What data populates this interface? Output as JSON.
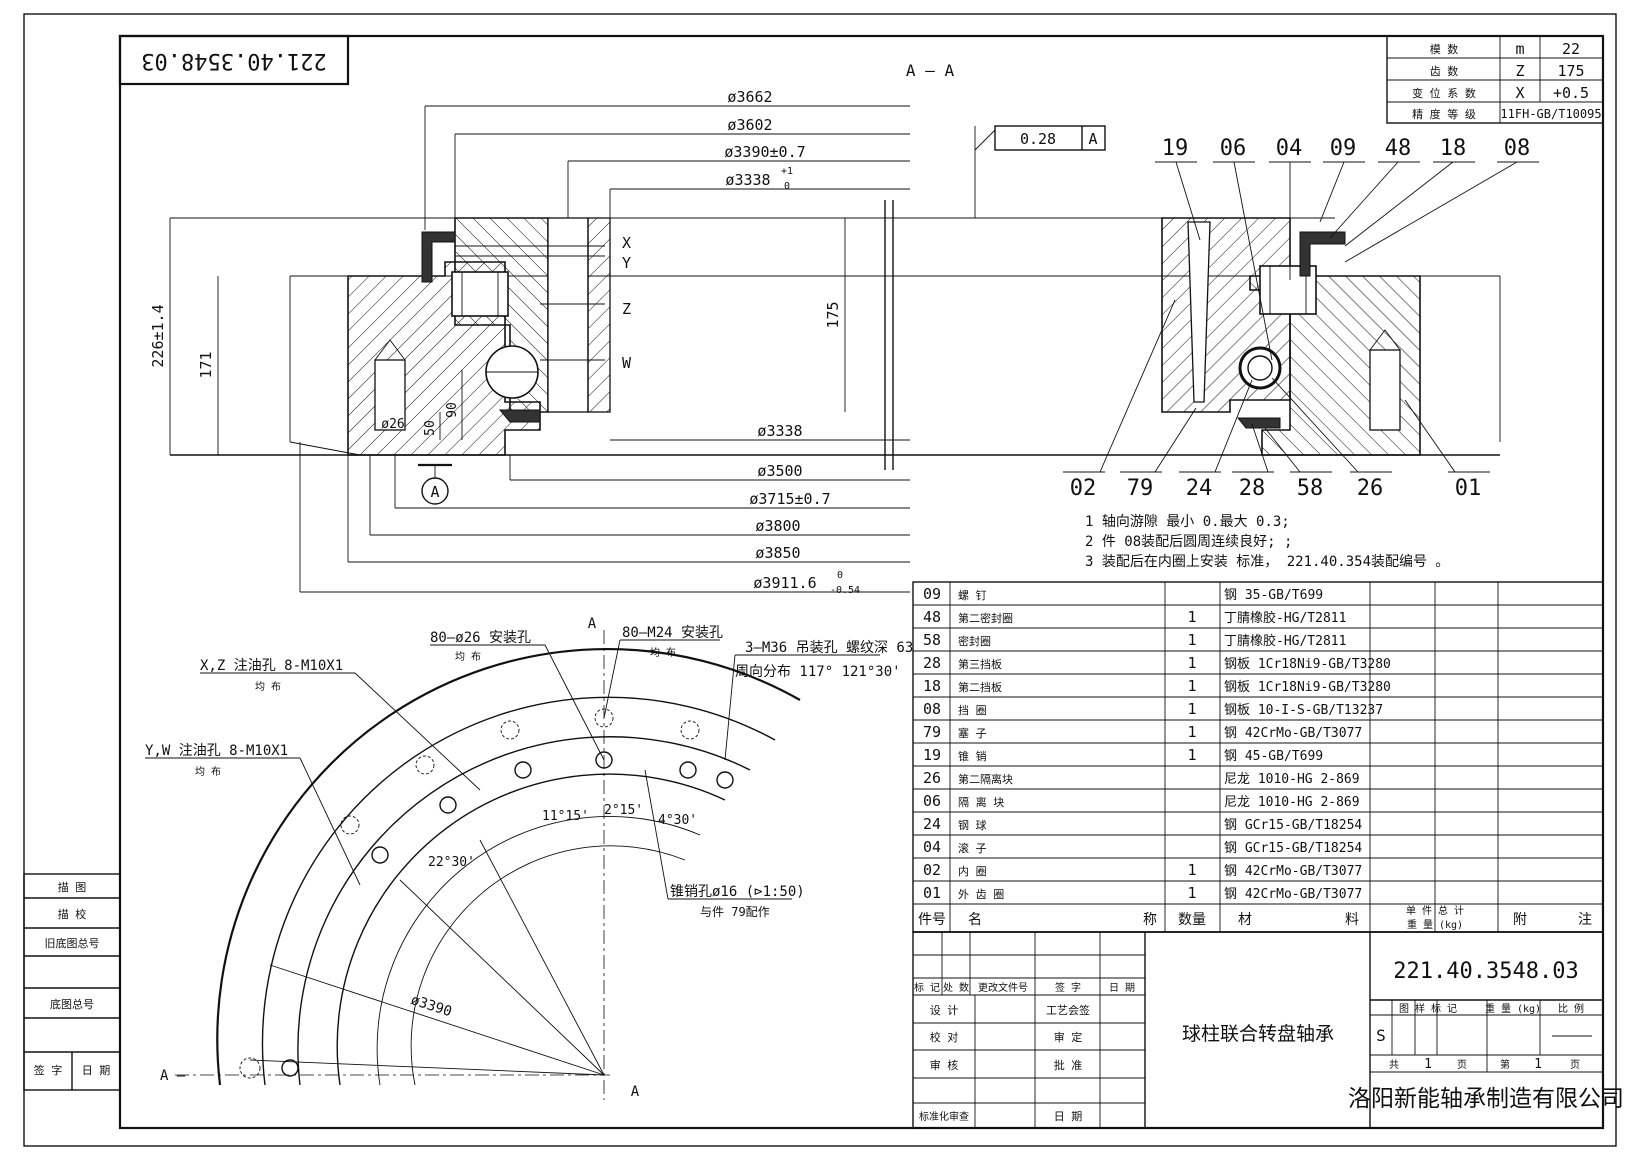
{
  "title_block": {
    "drawing_number_top": "221.40.3548.03",
    "drawing_number": "221.40.3548.03",
    "name": "球柱联合转盘轴承",
    "company": "洛阳新能轴承制造有限公司",
    "scale_mark": "S",
    "sheet_total": "1",
    "sheet_no": "1",
    "labels": {
      "biaoji": "标 记",
      "chushu": "处 数",
      "gengwenjian": "更改文件号",
      "qianzi": "签 字",
      "riqi": "日 期",
      "sheji": "设 计",
      "jiaodui": "校 对",
      "shenhe": "审 核",
      "biaozhun": "标准化审查",
      "gongyi": "工艺会签",
      "shending": "审 定",
      "pizhun": "批 准",
      "riqi2": "日 期",
      "tuyang": "图 样 标 记",
      "zhongliang": "重 量 (kg)",
      "bili": "比 例",
      "gong": "共",
      "ye": "页",
      "di": "第",
      "ye2": "页"
    }
  },
  "gear_table": [
    {
      "label": "模 数",
      "sym": "m",
      "val": "22"
    },
    {
      "label": "齿 数",
      "sym": "Z",
      "val": "175"
    },
    {
      "label": "变 位 系 数",
      "sym": "X",
      "val": "+0.5"
    },
    {
      "label": "精 度 等 级",
      "sym": "",
      "val": "11FH-GB/T10095"
    }
  ],
  "section_label": "A — A",
  "tolerance": {
    "value": "0.28",
    "datum": "A"
  },
  "dims": {
    "d3662": "ø3662",
    "d3602": "ø3602",
    "d3390": "ø3390±0.7",
    "d3338t": "ø3338",
    "d3338tol": "+1",
    "d3338tol0": "0",
    "h226": "226±1.4",
    "h171": "171",
    "h175": "175",
    "h90": "90",
    "h50": "50",
    "d26": "ø26",
    "d3338b": "ø3338",
    "d3500": "ø3500",
    "d3715": "ø3715±0.7",
    "d3800": "ø3800",
    "d3850": "ø3850",
    "d3911": "ø3911.6",
    "d3911tol": "0",
    "d3911tol2": "-0.54",
    "holes": [
      "X",
      "Y",
      "Z",
      "W"
    ],
    "datum": "A"
  },
  "balloons_top": [
    "19",
    "06",
    "04",
    "09",
    "48",
    "18",
    "08"
  ],
  "balloons_bottom": [
    "02",
    "79",
    "24",
    "28",
    "58",
    "26",
    "01"
  ],
  "notes": [
    "1  轴向游隙 最小 0.最大 0.3;",
    "2  件 08装配后圆周连续良好; ;",
    "3  装配后在内圈上安装 标准， 221.40.354装配编号 。"
  ],
  "plan_view": {
    "a_top": "A",
    "a_left": "A —",
    "a_bottom": "A",
    "xz_holes": "X,Z 注油孔 8-M10X1",
    "xz_sub": "均 布",
    "yw_holes": "Y,W 注油孔 8-M10X1",
    "yw_sub": "均 布",
    "holes_26": "80—ø26 安装孔",
    "holes_26_sub": "均 布",
    "holes_m24": "80—M24 安装孔",
    "holes_m24_sub": "均 布",
    "holes_m36": "3—M36 吊装孔  螺纹深 63",
    "holes_m36_sub": "周向分布 117° 121°30'",
    "ang1": "11°15'",
    "ang2": "2°15'",
    "ang3": "4°30'",
    "ang4": "22°30'",
    "pin": "锥销孔ø16 (⊳1:50)",
    "pin_sub": "与件 79配作",
    "d3390": "ø3390"
  },
  "bom": {
    "headers": [
      "件号",
      "名",
      "称",
      "数量",
      "材",
      "料",
      "单 件 总 计",
      "重 量 (kg)",
      "附",
      "注"
    ],
    "rows": [
      {
        "no": "09",
        "name": "螺 钉",
        "qty": "",
        "mat": "钢 35-GB/T699"
      },
      {
        "no": "48",
        "name": "第二密封圈",
        "qty": "1",
        "mat": "丁腈橡胶-HG/T2811"
      },
      {
        "no": "58",
        "name": "密封圈",
        "qty": "1",
        "mat": "丁腈橡胶-HG/T2811"
      },
      {
        "no": "28",
        "name": "第三挡板",
        "qty": "1",
        "mat": "钢板 1Cr18Ni9-GB/T3280"
      },
      {
        "no": "18",
        "name": "第二挡板",
        "qty": "1",
        "mat": "钢板 1Cr18Ni9-GB/T3280"
      },
      {
        "no": "08",
        "name": "挡 圈",
        "qty": "1",
        "mat": "钢板 10-I-S-GB/T13237"
      },
      {
        "no": "79",
        "name": "塞 子",
        "qty": "1",
        "mat": "钢 42CrMo-GB/T3077"
      },
      {
        "no": "19",
        "name": "锥 销",
        "qty": "1",
        "mat": "钢 45-GB/T699"
      },
      {
        "no": "26",
        "name": "第二隔离块",
        "qty": "",
        "mat": "尼龙 1010-HG 2-869"
      },
      {
        "no": "06",
        "name": "隔 离 块",
        "qty": "",
        "mat": "尼龙 1010-HG 2-869"
      },
      {
        "no": "24",
        "name": "钢 球",
        "qty": "",
        "mat": "钢 GCr15-GB/T18254"
      },
      {
        "no": "04",
        "name": "滚 子",
        "qty": "",
        "mat": "钢 GCr15-GB/T18254"
      },
      {
        "no": "02",
        "name": "内 圈",
        "qty": "1",
        "mat": "钢 42CrMo-GB/T3077"
      },
      {
        "no": "01",
        "name": "外 齿 圈",
        "qty": "1",
        "mat": "钢 42CrMo-GB/T3077"
      }
    ]
  },
  "left_strip": [
    "描 图",
    "描 校",
    "旧底图总号",
    "底图总号",
    "签 字",
    "日 期"
  ]
}
